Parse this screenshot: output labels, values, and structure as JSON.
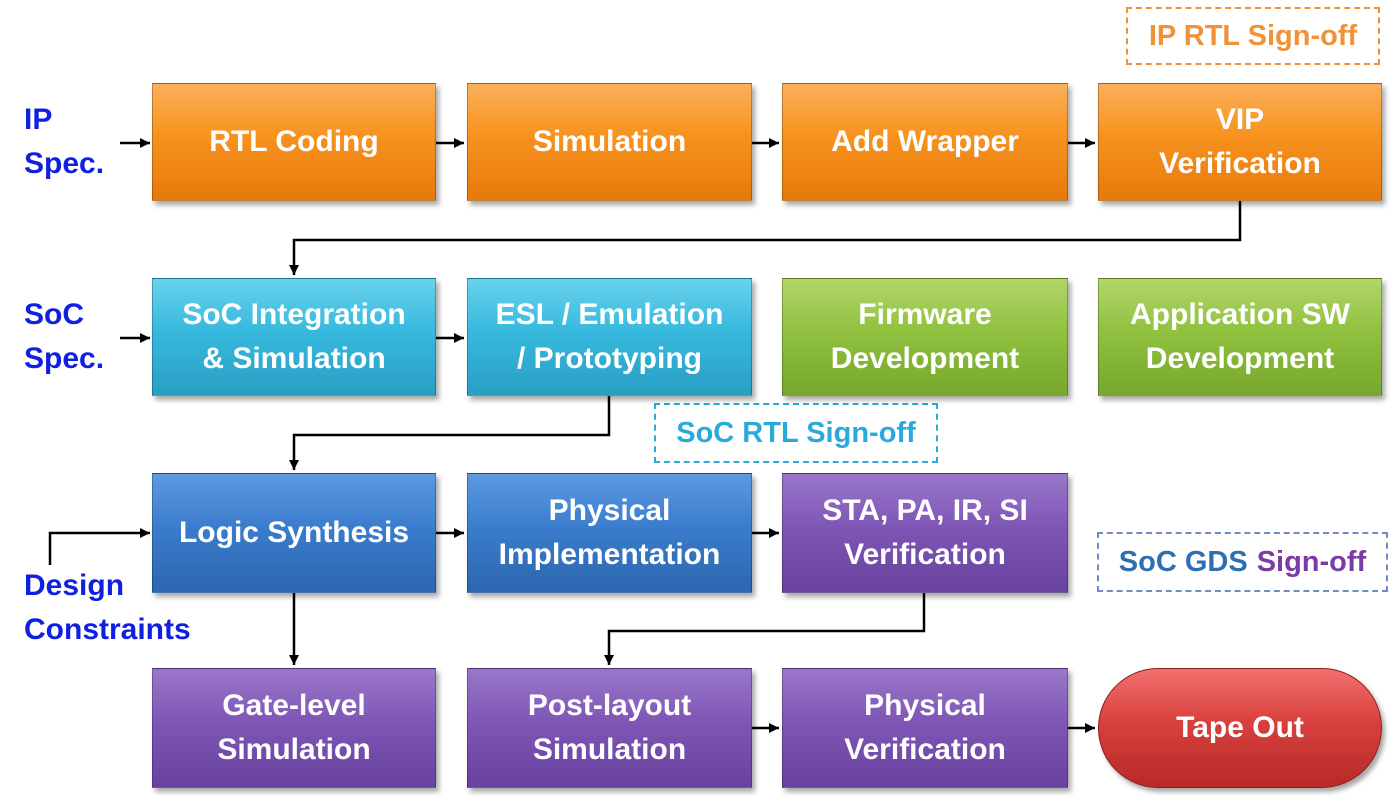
{
  "labels": {
    "ip_spec": [
      "IP",
      "Spec."
    ],
    "soc_spec": [
      "SoC",
      "Spec."
    ],
    "design_constraints": [
      "Design",
      "Constraints"
    ]
  },
  "rows": {
    "ip": [
      {
        "lines": [
          "RTL Coding"
        ],
        "color": "orange"
      },
      {
        "lines": [
          "Simulation"
        ],
        "color": "orange"
      },
      {
        "lines": [
          "Add Wrapper"
        ],
        "color": "orange"
      },
      {
        "lines": [
          "VIP",
          "Verification"
        ],
        "color": "orange"
      }
    ],
    "soc": [
      {
        "lines": [
          "SoC Integration",
          "& Simulation"
        ],
        "color": "cyan"
      },
      {
        "lines": [
          "ESL / Emulation",
          "/ Prototyping"
        ],
        "color": "cyan"
      },
      {
        "lines": [
          "Firmware",
          "Development"
        ],
        "color": "green"
      },
      {
        "lines": [
          "Application SW",
          "Development"
        ],
        "color": "green"
      }
    ],
    "impl": [
      {
        "lines": [
          "Logic Synthesis"
        ],
        "color": "blue"
      },
      {
        "lines": [
          "Physical",
          "Implementation"
        ],
        "color": "blue"
      },
      {
        "lines": [
          "STA, PA, IR, SI",
          "Verification"
        ],
        "color": "purple"
      }
    ],
    "final": [
      {
        "lines": [
          "Gate-level",
          "Simulation"
        ],
        "color": "purple"
      },
      {
        "lines": [
          "Post-layout",
          "Simulation"
        ],
        "color": "purple"
      },
      {
        "lines": [
          "Physical",
          "Verification"
        ],
        "color": "purple"
      },
      {
        "lines": [
          "Tape Out"
        ],
        "color": "red"
      }
    ]
  },
  "signoffs": {
    "ip_rtl": {
      "text": "IP RTL Sign-off",
      "color": "#f0923a"
    },
    "soc_rtl": {
      "text": "SoC RTL Sign-off",
      "color": "#29a9dc"
    },
    "soc_gds": {
      "text_a": "SoC GDS",
      "text_b": "Sign-off",
      "color_a": "#2c6fb3",
      "color_b": "#7b3aa5"
    }
  },
  "colors": {
    "orange": "#f7921e",
    "cyan": "#37b9de",
    "green": "#90c13f",
    "blue": "#3a7dcd",
    "purple": "#7e56b6",
    "red": "#d8403d",
    "side_label": "#1020e0"
  }
}
